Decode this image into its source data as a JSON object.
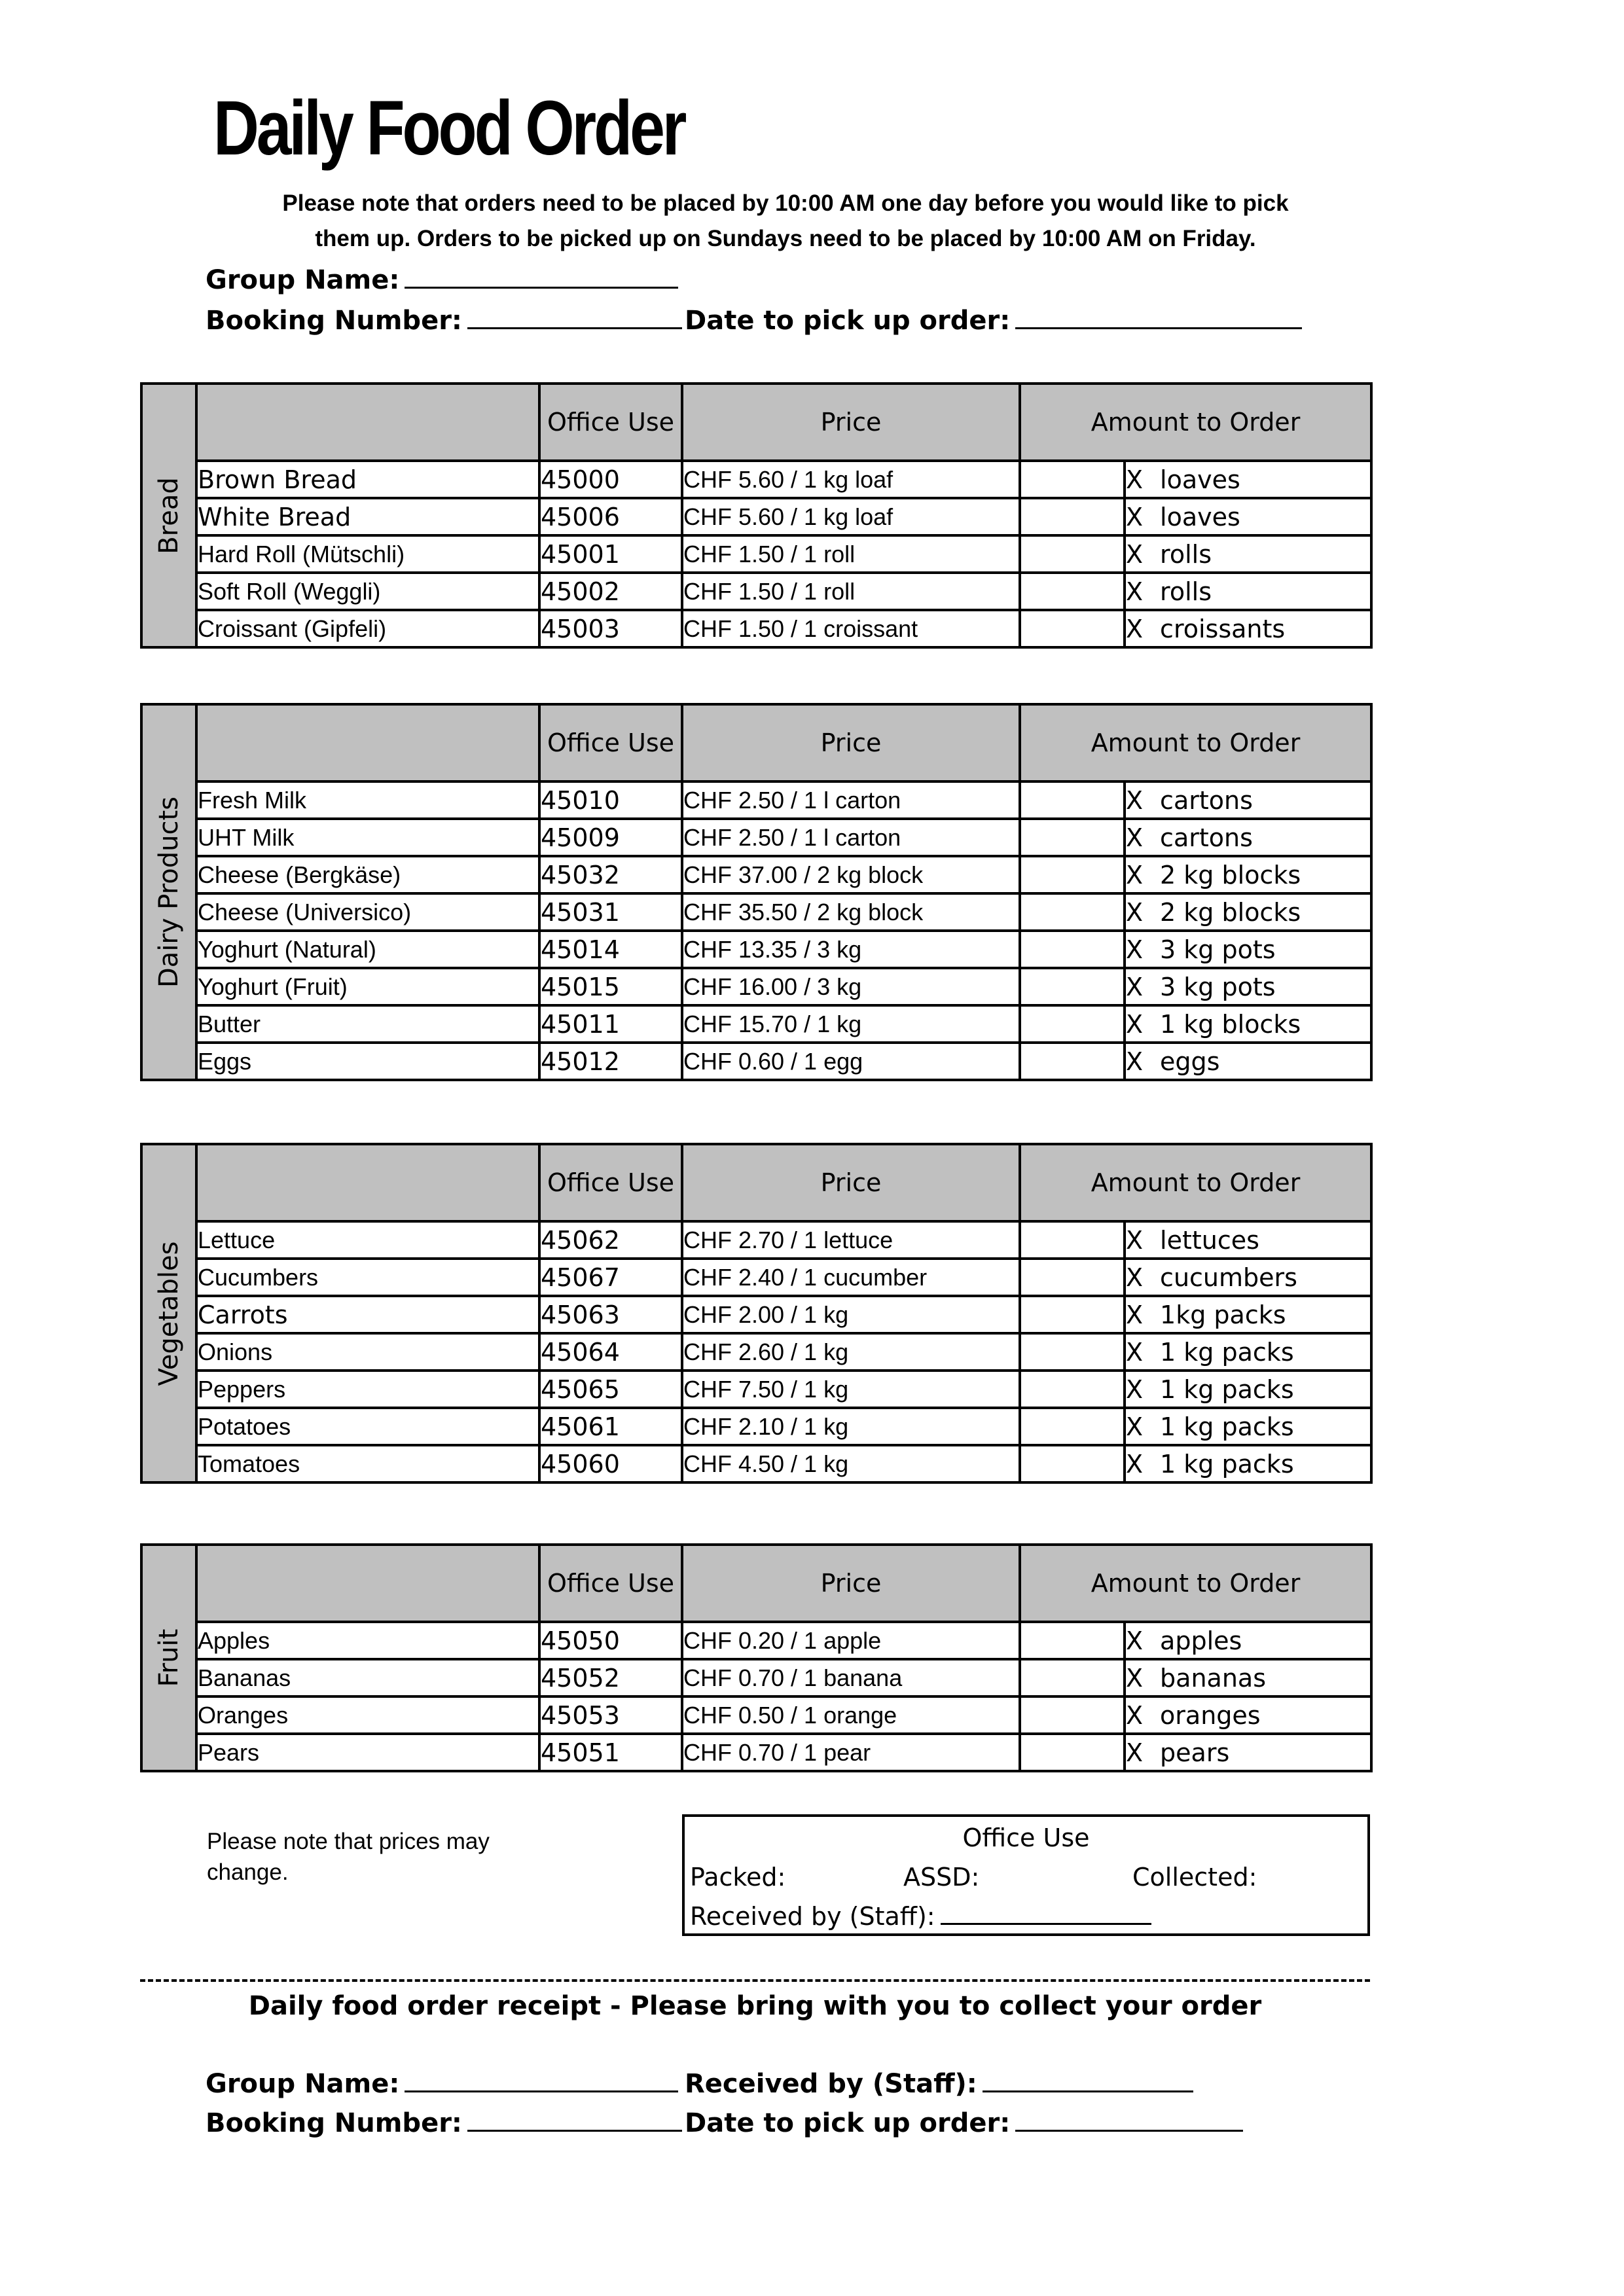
{
  "header": {
    "title": "Daily Food Order",
    "note_line1": "Please note that orders need to be placed by 10:00 AM one day before you would like to pick",
    "note_line2": "them up. Orders to be picked up on Sundays need to be placed by 10:00 AM on Friday."
  },
  "form": {
    "group_name_label": "Group Name:",
    "booking_number_label": "Booking Number:",
    "pickup_date_label": "Date to pick up order:"
  },
  "columns": {
    "office_use": "Office Use",
    "price": "Price",
    "amount": "Amount to Order"
  },
  "sections": [
    {
      "category": "Bread",
      "items": [
        {
          "name": "Brown Bread",
          "code": "45000",
          "price": "CHF 5.60 / 1 kg loaf",
          "unit": "loaves"
        },
        {
          "name": "White Bread",
          "code": "45006",
          "price": "CHF 5.60 / 1 kg loaf",
          "unit": "loaves"
        },
        {
          "name": "Hard Roll (Mütschli)",
          "code": "45001",
          "price": "CHF 1.50 / 1 roll",
          "unit": "rolls"
        },
        {
          "name": "Soft Roll (Weggli)",
          "code": "45002",
          "price": "CHF 1.50 / 1 roll",
          "unit": "rolls"
        },
        {
          "name": "Croissant (Gipfeli)",
          "code": "45003",
          "price": "CHF 1.50 / 1 croissant",
          "unit": "croissants"
        }
      ]
    },
    {
      "category": "Dairy Products",
      "items": [
        {
          "name": "Fresh Milk",
          "code": "45010",
          "price": "CHF 2.50 / 1 l carton",
          "unit": "cartons"
        },
        {
          "name": "UHT Milk",
          "code": "45009",
          "price": "CHF 2.50 / 1 l carton",
          "unit": "cartons"
        },
        {
          "name": "Cheese (Bergkäse)",
          "code": "45032",
          "price": "CHF 37.00 / 2 kg block",
          "unit": "2 kg blocks"
        },
        {
          "name": "Cheese (Universico)",
          "code": "45031",
          "price": "CHF 35.50 / 2 kg block",
          "unit": "2 kg blocks"
        },
        {
          "name": "Yoghurt (Natural)",
          "code": "45014",
          "price": "CHF 13.35 / 3 kg",
          "unit": "3 kg pots"
        },
        {
          "name": "Yoghurt (Fruit)",
          "code": "45015",
          "price": "CHF 16.00 / 3 kg",
          "unit": "3 kg pots"
        },
        {
          "name": "Butter",
          "code": "45011",
          "price": "CHF 15.70 / 1 kg",
          "unit": "1 kg blocks"
        },
        {
          "name": "Eggs",
          "code": "45012",
          "price": "CHF 0.60 / 1 egg",
          "unit": "eggs"
        }
      ]
    },
    {
      "category": "Vegetables",
      "items": [
        {
          "name": "Lettuce",
          "code": "45062",
          "price": "CHF 2.70 / 1 lettuce",
          "unit": "lettuces"
        },
        {
          "name": "Cucumbers",
          "code": "45067",
          "price": "CHF 2.40 / 1 cucumber",
          "unit": "cucumbers"
        },
        {
          "name": "Carrots",
          "code": "45063",
          "price": "CHF 2.00 / 1 kg",
          "unit": "1kg packs"
        },
        {
          "name": "Onions",
          "code": "45064",
          "price": "CHF 2.60 / 1 kg",
          "unit": "1 kg packs"
        },
        {
          "name": "Peppers",
          "code": "45065",
          "price": "CHF 7.50 / 1 kg",
          "unit": "1 kg packs"
        },
        {
          "name": "Potatoes",
          "code": "45061",
          "price": "CHF 2.10 / 1 kg",
          "unit": "1 kg packs"
        },
        {
          "name": "Tomatoes",
          "code": "45060",
          "price": "CHF 4.50 / 1 kg",
          "unit": "1 kg packs"
        }
      ]
    },
    {
      "category": "Fruit",
      "items": [
        {
          "name": "Apples",
          "code": "45050",
          "price": "CHF 0.20 / 1 apple",
          "unit": "apples"
        },
        {
          "name": "Bananas",
          "code": "45052",
          "price": "CHF 0.70 / 1 banana",
          "unit": "bananas"
        },
        {
          "name": "Oranges",
          "code": "45053",
          "price": "CHF 0.50 / 1 orange",
          "unit": "oranges"
        },
        {
          "name": "Pears",
          "code": "45051",
          "price": "CHF 0.70 / 1 pear",
          "unit": "pears"
        }
      ]
    }
  ],
  "multiply_sign": "X",
  "footnote": "Please note that prices may change.",
  "office_box": {
    "title": "Office Use",
    "packed": "Packed:",
    "assd": "ASSD:",
    "collected": "Collected:",
    "received_by": "Received by (Staff):"
  },
  "receipt": {
    "title": "Daily food order receipt - Please bring with you to collect your order",
    "group_name_label": "Group Name:",
    "received_by_label": "Received by (Staff):",
    "booking_number_label": "Booking Number:",
    "pickup_date_label": "Date to pick up order:"
  }
}
